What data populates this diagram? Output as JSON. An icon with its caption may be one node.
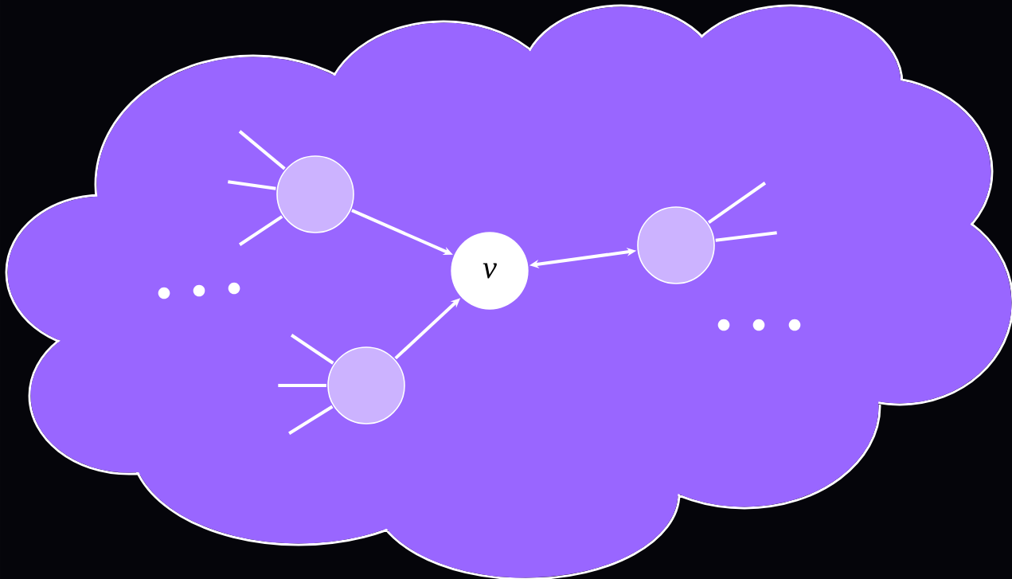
{
  "diagram": {
    "nodes": [
      {
        "text": [],
        "shape": "cloud"
      },
      {
        "text": [],
        "shape": "circle",
        "in": 0
      },
      {
        "text": [
          "v"
        ],
        "in": 0
      },
      {
        "text": [],
        "shape": "circle",
        "in": 0
      },
      {
        "text": [],
        "shape": "circle",
        "in": 0
      }
    ],
    "edges": [
      {
        "from": 1,
        "to": 2,
        "arrow": "to"
      },
      {
        "from": 4,
        "to": 2,
        "arrow": "to"
      },
      {
        "from": 2,
        "to": 3,
        "arrow": "both"
      },
      {
        "from": 1,
        "to": null,
        "arrow": "none"
      },
      {
        "from": 1,
        "to": null,
        "arrow": "none"
      },
      {
        "from": 1,
        "to": null,
        "arrow": "none"
      },
      {
        "from": 3,
        "to": null,
        "arrow": "none"
      },
      {
        "from": 3,
        "to": null,
        "arrow": "none"
      },
      {
        "from": 4,
        "to": null,
        "arrow": "none"
      },
      {
        "from": 4,
        "to": null,
        "arrow": "none"
      },
      {
        "from": 4,
        "to": null,
        "arrow": "none"
      }
    ]
  }
}
